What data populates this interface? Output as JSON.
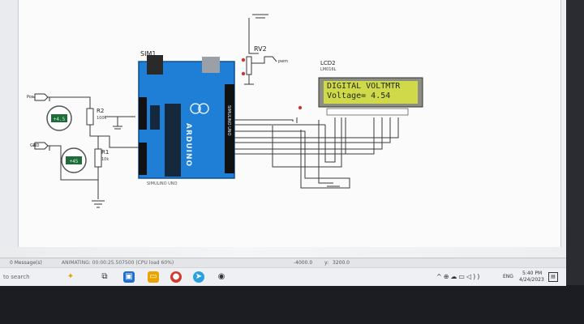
{
  "schematic": {
    "arduino": {
      "ref": "SIM1",
      "brand": "ARDUINO",
      "model": "SIMULINO UNO",
      "footer": "SIMULINO UNO",
      "color": "#1f7fd6"
    },
    "lcd": {
      "ref": "LCD2",
      "part": "LM016L",
      "line1": "DIGITAL VOLTMTR",
      "line2": "Voltage= 4.54",
      "screen_color": "#cfd94a"
    },
    "pot": {
      "ref": "RV2",
      "label_pwm": "pwm"
    },
    "resistors": [
      {
        "ref": "R2",
        "value": "100k"
      },
      {
        "ref": "R1",
        "value": "10k"
      }
    ],
    "terminals": [
      {
        "label": "Pos"
      },
      {
        "label": "GND"
      }
    ],
    "meter_color": "#1f6b3c"
  },
  "status": {
    "messages": "0 Message(s)",
    "animating": "ANIMATING: 00:00:25.507500 (CPU load 60%)",
    "x": "-4000.0",
    "y_label": "y:",
    "y": "3200.0"
  },
  "taskbar": {
    "search_placeholder": "to search",
    "icons": [
      "sparkle-icon",
      "task-view-icon",
      "store-icon",
      "files-icon",
      "chrome-icon",
      "telegram-icon",
      "camera-icon"
    ],
    "language": "ENG",
    "time": "5:40 PM",
    "date": "4/24/2023"
  }
}
